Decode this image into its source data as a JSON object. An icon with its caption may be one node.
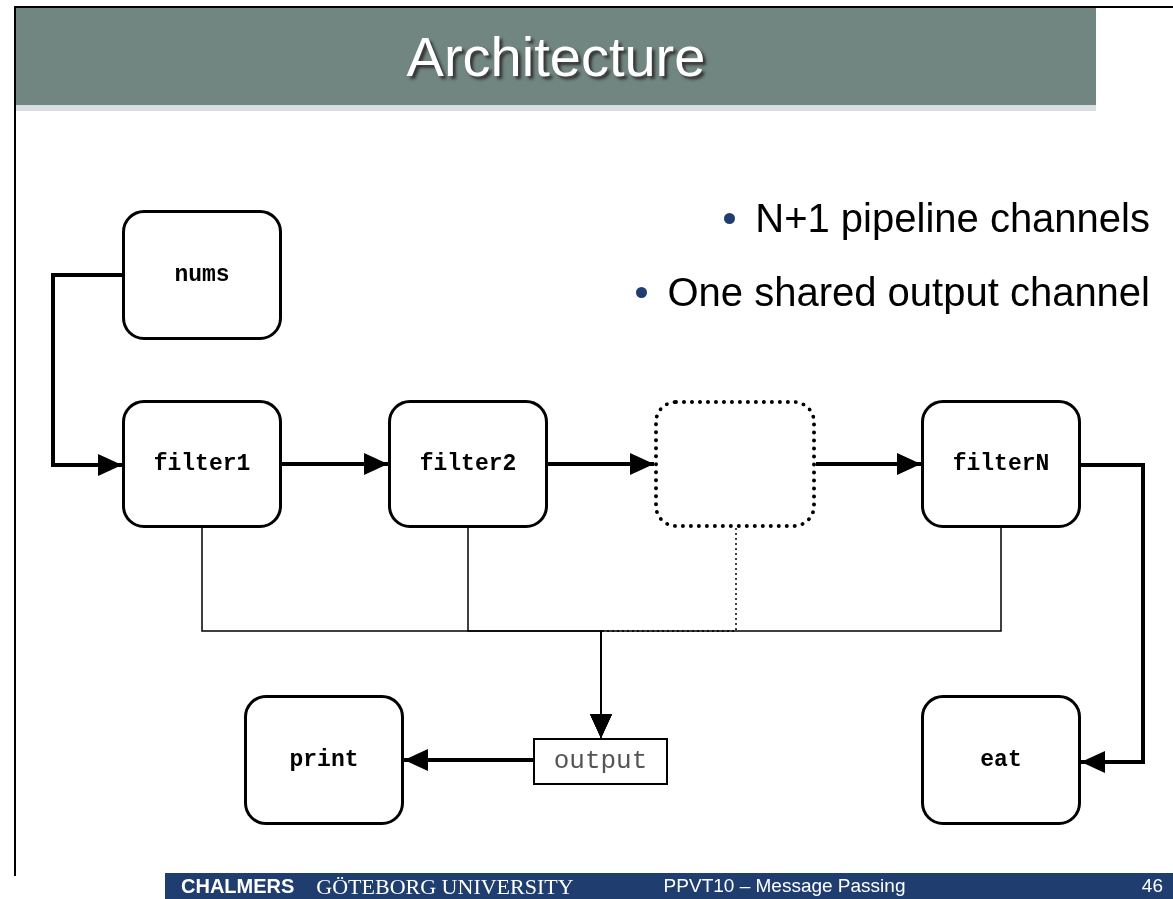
{
  "diagram": {
    "title": "Architecture",
    "nodes": [
      {
        "text": [
          "nums"
        ]
      },
      {
        "text": [
          "filter1"
        ]
      },
      {
        "text": [
          "filter2"
        ]
      },
      {
        "text": [],
        "shape": "box"
      },
      {
        "text": [
          "filterN"
        ]
      },
      {
        "text": [
          "print"
        ]
      },
      {
        "text": [
          "output"
        ]
      },
      {
        "text": [
          "eat"
        ]
      }
    ],
    "edges": [
      {
        "from": 0,
        "to": 1,
        "arrow": "to"
      },
      {
        "from": 1,
        "to": 2,
        "arrow": "to"
      },
      {
        "from": 2,
        "to": 3,
        "arrow": "to"
      },
      {
        "from": 3,
        "to": 4,
        "arrow": "to"
      },
      {
        "from": 4,
        "to": 7,
        "arrow": "to"
      },
      {
        "from": 6,
        "to": 5,
        "arrow": "to"
      },
      {
        "from": 1,
        "to": 6,
        "arrow": "to"
      },
      {
        "from": 2,
        "to": 6,
        "arrow": "to"
      },
      {
        "from": 3,
        "to": 6,
        "arrow": "to",
        "style": "dashed"
      },
      {
        "from": 4,
        "to": 6,
        "arrow": "to"
      }
    ],
    "labels": [
      "N+1 pipeline channels",
      "One shared output channel",
      "CHALMERS",
      "GÖTEBORG UNIVERSITY",
      "PPVT10 – Message Passing",
      "46"
    ]
  }
}
